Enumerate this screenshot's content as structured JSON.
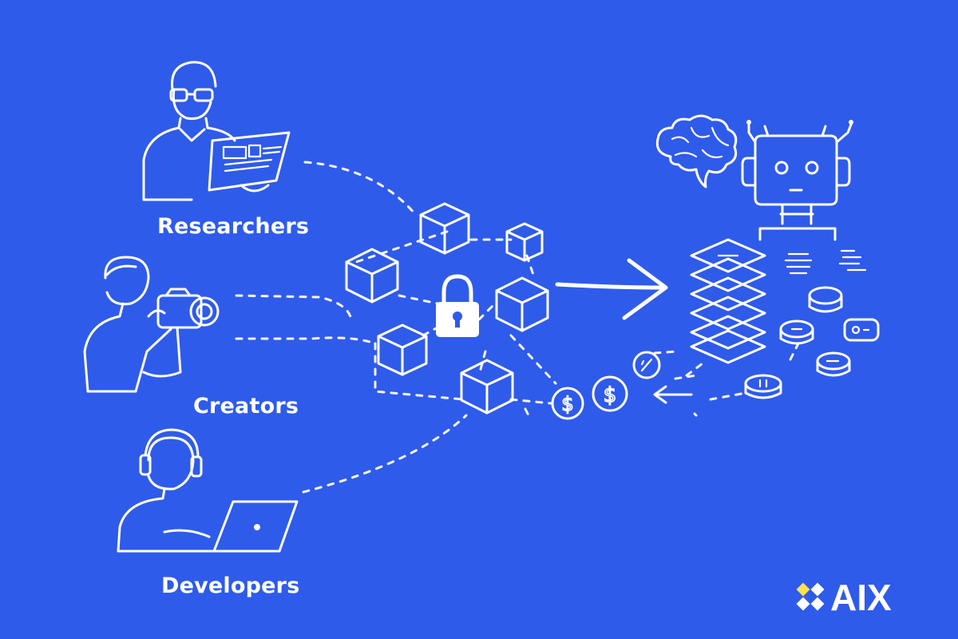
{
  "groups": [
    {
      "label": "Researchers"
    },
    {
      "label": "Creators"
    },
    {
      "label": "Developers"
    }
  ],
  "brand": {
    "name": "AIX",
    "accent": "#ffe14d"
  },
  "colors": {
    "background": "#2f5bea",
    "line": "#ffffff"
  },
  "icons": [
    "researcher-icon",
    "creator-icon",
    "developer-icon",
    "data-block-icon",
    "lock-icon",
    "dollar-coin-icon",
    "brain-icon",
    "robot-icon",
    "layer-stack-icon",
    "token-icon"
  ]
}
